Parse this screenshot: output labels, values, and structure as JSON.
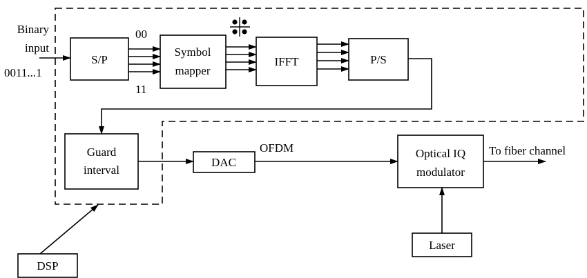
{
  "diagram": {
    "inputs": {
      "binary_input": [
        "Binary",
        "input"
      ],
      "bits_example": "0011...1"
    },
    "blocks": {
      "sp": "S/P",
      "symbol_mapper": [
        "Symbol",
        "mapper"
      ],
      "ifft": "IFFT",
      "ps": "P/S",
      "guard_interval": [
        "Guard",
        "interval"
      ],
      "dac": "DAC",
      "optical_iq_modulator": [
        "Optical IQ",
        "modulator"
      ],
      "laser": "Laser",
      "dsp": "DSP"
    },
    "labels": {
      "first_symbol": "00",
      "last_symbol": "11",
      "ofdm": "OFDM",
      "to_fiber": "To fiber channel"
    }
  }
}
